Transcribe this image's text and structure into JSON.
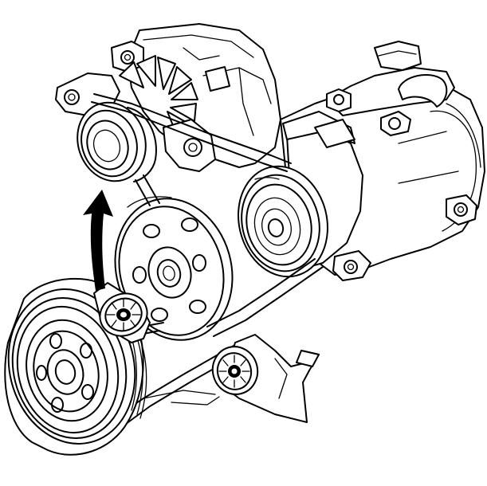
{
  "diagram": {
    "type": "technical-line-drawing",
    "components": [
      {
        "id": "alternator",
        "icon": "alternator-icon"
      },
      {
        "id": "alternator-pulley",
        "icon": "pulley-icon"
      },
      {
        "id": "ac-compressor",
        "icon": "compressor-icon"
      },
      {
        "id": "ac-compressor-clutch-pulley",
        "icon": "pulley-icon"
      },
      {
        "id": "power-steering-pump-pulley",
        "icon": "pulley-icon"
      },
      {
        "id": "crankshaft-balancer-pulley",
        "icon": "pulley-icon"
      },
      {
        "id": "belt-tensioner",
        "icon": "tensioner-icon"
      },
      {
        "id": "idler-pulley",
        "icon": "idler-icon"
      },
      {
        "id": "serpentine-belt",
        "icon": "belt-icon"
      },
      {
        "id": "rotation-arrow",
        "icon": "curved-arrow-icon"
      }
    ],
    "colors": {
      "line": "#000000",
      "background": "#ffffff"
    }
  }
}
